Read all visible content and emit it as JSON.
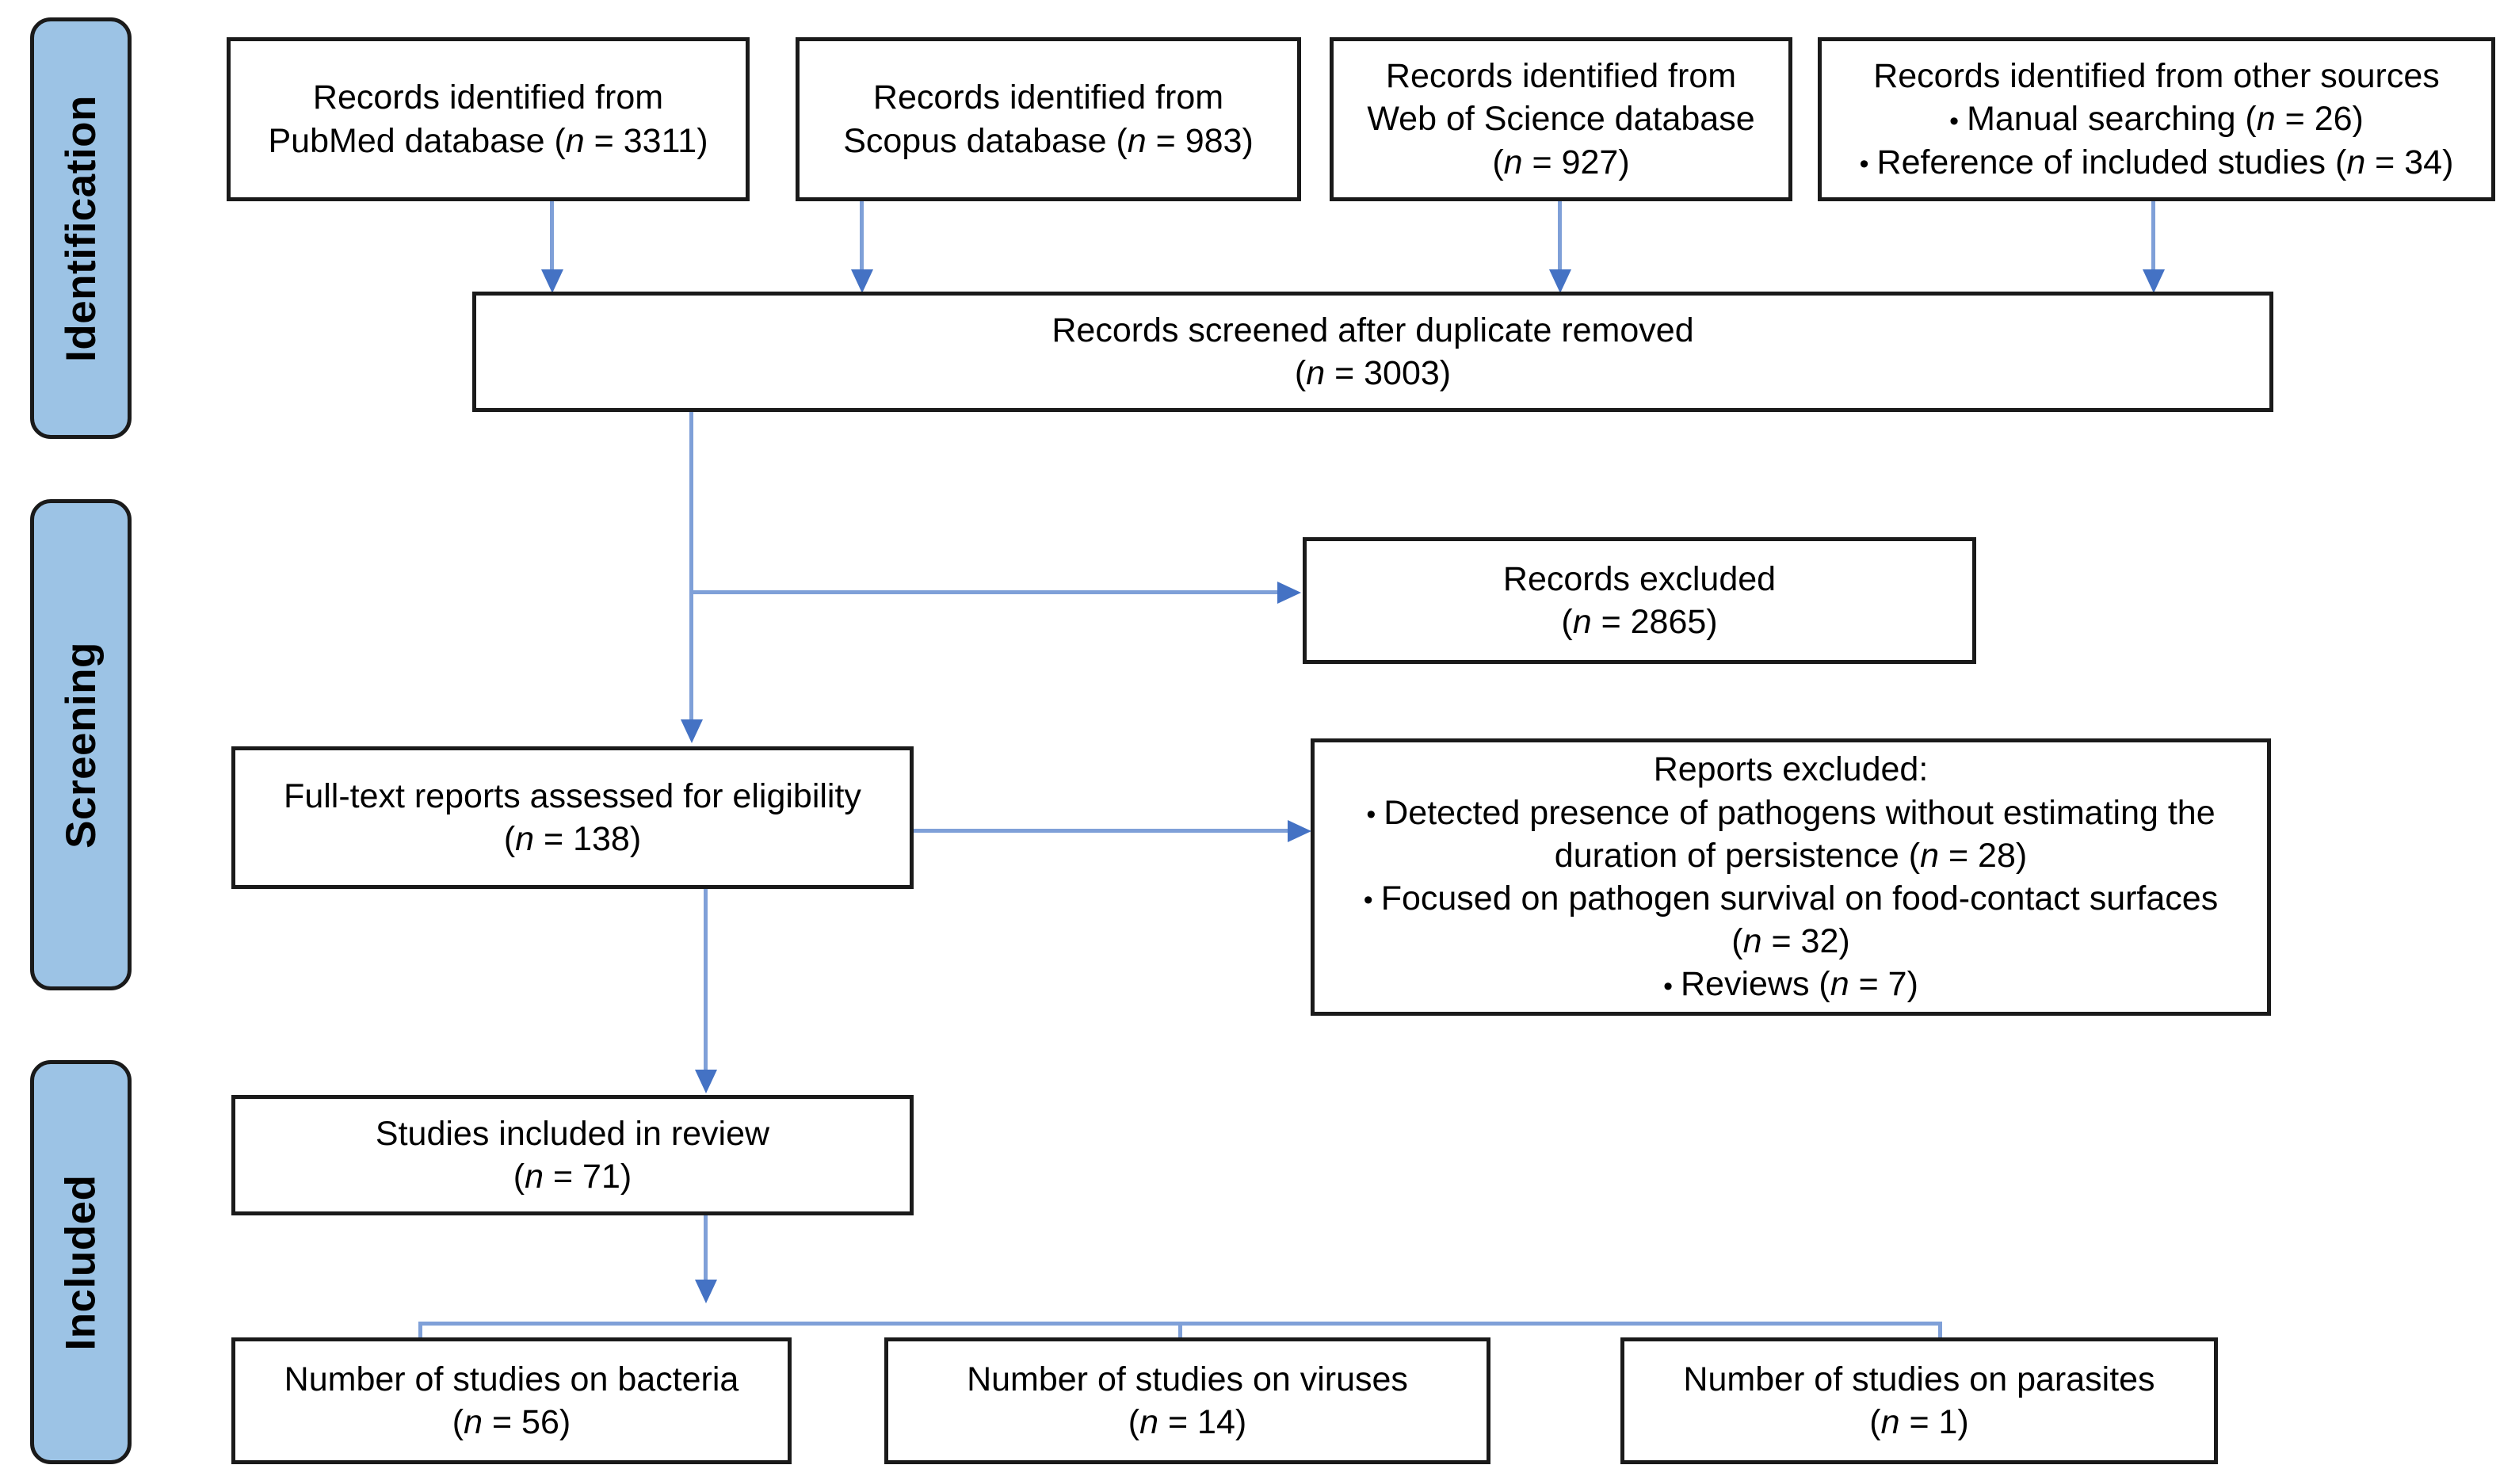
{
  "diagram": {
    "title": "PRISMA study selection flow diagram",
    "colors": {
      "phase_fill": "#9CC3E5",
      "phase_border": "#1A1A1A",
      "box_fill": "#FFFFFF",
      "box_border": "#1A1A1A",
      "connector": "#7FA0D8",
      "arrow_head": "#4472C4"
    }
  },
  "phases": [
    {
      "id": "identification",
      "label": "Identification"
    },
    {
      "id": "screening",
      "label": "Screening"
    },
    {
      "id": "included",
      "label": "Included"
    }
  ],
  "boxes": {
    "pubmed": {
      "line1": "Records identified from",
      "line2_prefix": "PubMed database (",
      "line2_italic": "n",
      "line2_suffix": " = 3311)",
      "n": 3311
    },
    "scopus": {
      "line1": "Records identified from",
      "line2_prefix": "Scopus database (",
      "line2_italic": "n",
      "line2_suffix": " = 983)",
      "n": 983
    },
    "wos": {
      "line1": "Records identified from",
      "line2": "Web of Science database",
      "line3_prefix": "(",
      "line3_italic": "n",
      "line3_suffix": " = 927)",
      "n": 927
    },
    "other_sources": {
      "line1": "Records identified from other sources",
      "bullets": [
        {
          "prefix": "Manual searching (",
          "italic": "n",
          "suffix": " = 26)",
          "n": 26
        },
        {
          "prefix": "Reference of included studies (",
          "italic": "n",
          "suffix": " = 34)",
          "n": 34
        }
      ]
    },
    "screened": {
      "line1": "Records screened after duplicate removed",
      "line2_prefix": "(",
      "line2_italic": "n",
      "line2_suffix": " = 3003)",
      "n": 3003
    },
    "records_excluded": {
      "line1": "Records excluded",
      "line2_prefix": "(",
      "line2_italic": "n",
      "line2_suffix": " = 2865)",
      "n": 2865
    },
    "fulltext": {
      "line1": "Full-text reports assessed for eligibility",
      "line2_prefix": "(",
      "line2_italic": "n",
      "line2_suffix": " = 138)",
      "n": 138
    },
    "reports_excluded": {
      "heading": "Reports excluded:",
      "bullets": [
        {
          "text_a": "Detected presence of pathogens without estimating the",
          "text_b_prefix": "duration of persistence (",
          "italic": "n",
          "text_b_suffix": " = 28)",
          "n": 28
        },
        {
          "text_a": "Focused on pathogen survival on food-contact surfaces",
          "text_b_prefix": "(",
          "italic": "n",
          "text_b_suffix": " = 32)",
          "n": 32
        },
        {
          "text_a": "",
          "text_b_prefix": "Reviews (",
          "italic": "n",
          "text_b_suffix": " = 7)",
          "n": 7
        }
      ]
    },
    "included_review": {
      "line1": "Studies included in  review",
      "line2_prefix": "(",
      "line2_italic": "n",
      "line2_suffix": " = 71)",
      "n": 71
    },
    "bacteria": {
      "line1": "Number of studies on bacteria",
      "line2_prefix": "(",
      "line2_italic": "n",
      "line2_suffix": " = 56)",
      "n": 56
    },
    "viruses": {
      "line1": "Number of studies on viruses",
      "line2_prefix": "(",
      "line2_italic": "n",
      "line2_suffix": " = 14)",
      "n": 14
    },
    "parasites": {
      "line1": "Number of studies on parasites",
      "line2_prefix": "(",
      "line2_italic": "n",
      "line2_suffix": " = 1)",
      "n": 1
    }
  }
}
